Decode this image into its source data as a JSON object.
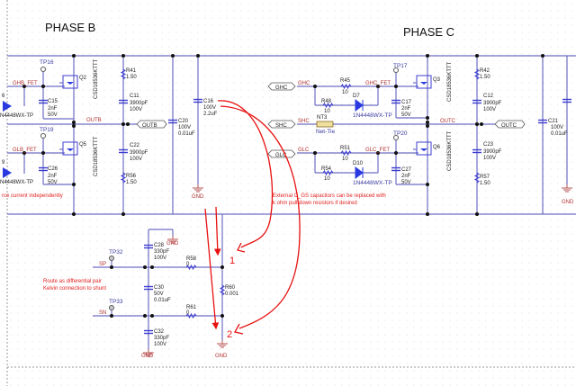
{
  "titles": {
    "phase_b": "PHASE B",
    "phase_c": "PHASE C"
  },
  "phase_b": {
    "tp16": "TP16",
    "tp19": "TP19",
    "q2": "Q2",
    "q5": "Q5",
    "fet_part": "CSD18536KTTT",
    "ghb_fet": "GHB_FET",
    "glb_fet": "GLB_FET",
    "c15": [
      "C15",
      "2nF",
      "50V"
    ],
    "c26": [
      "C26",
      "2nF",
      "50V"
    ],
    "diode_part": "N4448WX-TP",
    "d_pin_top": "6",
    "d_pin_bot": "9",
    "r41": [
      "R41",
      "1.50"
    ],
    "c11": [
      "C11",
      "3900pF",
      "100V"
    ],
    "c22": [
      "C22",
      "3900pF",
      "100V"
    ],
    "r56": [
      "R56",
      "1.50"
    ],
    "outb_net": "OUTB",
    "outb_port": "OUTB",
    "c20": [
      "C20",
      "100V",
      "0.01uF"
    ],
    "c16": [
      "C16",
      "100V",
      "2.2uF"
    ],
    "gnd": "GND",
    "note": "rce current independently"
  },
  "phase_c": {
    "ghc_port": "GHC",
    "shc_port": "SHC",
    "glc_port": "GLC",
    "ghc_net": "GHC",
    "shc_net": "SHC",
    "glc_net": "GLC",
    "ghc_fet": "GHC_FET",
    "glc_fet": "GLC_FET",
    "r45": [
      "R45",
      "10"
    ],
    "r48": [
      "R48",
      "10"
    ],
    "d7": "D7",
    "r51": [
      "R51",
      "10"
    ],
    "r54": [
      "R54",
      "10"
    ],
    "d10": "D10",
    "diode_part": "1N4448WX-TP",
    "nt3": [
      "NT3",
      "Net-Tie"
    ],
    "tp17": "TP17",
    "tp20": "TP20",
    "q3": "Q3",
    "q6": "Q6",
    "fet_part": "CSD18536KTTT",
    "c17": [
      "C17",
      "2nF",
      "50V"
    ],
    "c27": [
      "C27",
      "2nF",
      "50V"
    ],
    "outc_net": "OUTC",
    "outc_port": "OUTC",
    "r42": [
      "R42",
      "1.50"
    ],
    "c12": [
      "C12",
      "3900pF",
      "100V"
    ],
    "c23": [
      "C23",
      "3900pF",
      "100V"
    ],
    "r57": [
      "R57",
      "1.50"
    ],
    "c21": [
      "C21",
      "100V",
      "0.01uF"
    ],
    "gnd": "GND",
    "note": [
      "External C_GS capacitors can be replaced with",
      "k ohm pull down resistors if desired"
    ]
  },
  "shunt": {
    "c28": [
      "C28",
      "330pF",
      "100V"
    ],
    "c30": [
      "C30",
      "50V",
      "0.01uF"
    ],
    "c32": [
      "C32",
      "330pF",
      "100V"
    ],
    "tp32": "TP32",
    "tp33": "TP33",
    "sp": "SP",
    "sn": "SN",
    "r58": [
      "R58",
      "0"
    ],
    "r61": [
      "R61",
      "0"
    ],
    "r60": [
      "R60",
      "0.001"
    ],
    "gnd": "GND",
    "note": [
      "Route as differential pair",
      "Kelvin connection to shunt"
    ]
  },
  "annotations": {
    "mark1": "1",
    "mark2": "2"
  },
  "colors": {
    "wire": "#6d6dc4",
    "annotation": "#e81010",
    "net_label": "#b03030"
  }
}
